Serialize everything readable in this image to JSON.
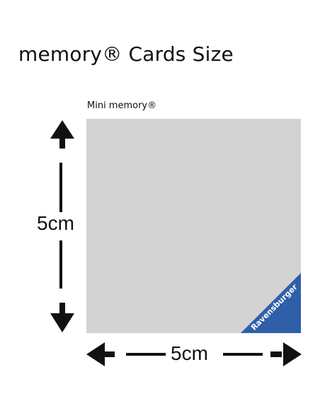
{
  "title": "memory® Cards Size",
  "card": {
    "caption": "Mini memory®",
    "color": "#d3d3d3",
    "logo": {
      "text": "Ravensburger",
      "color": "#2f5fa8"
    }
  },
  "dimensions": {
    "height_label": "5cm",
    "width_label": "5cm",
    "arrow_color": "#111111"
  }
}
